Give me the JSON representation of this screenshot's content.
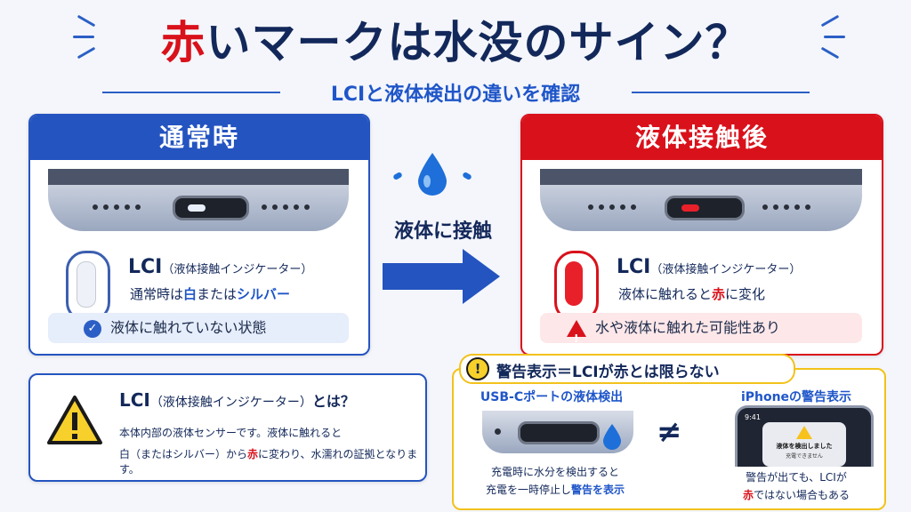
{
  "header": {
    "title_red": "赤",
    "title_rest": "いマークは水没のサイン？",
    "subtitle": "LCIと液体検出の違いを確認"
  },
  "normal_panel": {
    "title": "通常時",
    "lci_label": "LCI",
    "lci_sub": "（液体接触インジケーター）",
    "desc_pre": "通常時は",
    "desc_white": "白",
    "desc_mid": "または",
    "desc_silver": "シルバー",
    "note": "液体に触れていない状態"
  },
  "middle": {
    "label": "液体に接触"
  },
  "after_panel": {
    "title": "液体接触後",
    "lci_label": "LCI",
    "lci_sub": "（液体接触インジケーター）",
    "desc_pre": "液体に触れると",
    "desc_red": "赤",
    "desc_post": "に変化",
    "note": "水や液体に触れた可能性あり"
  },
  "info_box": {
    "title_main": "LCI",
    "title_paren": "（液体接触インジケーター）",
    "title_end": "とは？",
    "line1": "本体内部の液体センサーです。液体に触れると",
    "line2_pre": "白（またはシルバー）から",
    "line2_red": "赤",
    "line2_post": "に変わり、水濡れの証拠となります。"
  },
  "alert_box": {
    "banner": "警告表示＝LCIが赤とは限らない",
    "left_title": "USB-Cポートの液体検出",
    "left_line1": "充電時に水分を検出すると",
    "left_line2_pre": "充電を一時停止し",
    "left_line2_blue": "警告を表示",
    "neq": "≠",
    "right_title": "iPhoneの警告表示",
    "phone_time": "9:41",
    "phone_msg1": "液体を検出しました",
    "phone_msg2": "充電できません",
    "right_line1": "警告が出ても、LCIが",
    "right_line2_red": "赤",
    "right_line2_post": "ではない場合もある"
  },
  "colors": {
    "navy": "#13285a",
    "blue": "#2454c0",
    "red": "#d9111b",
    "yellow": "#f2c21b"
  }
}
